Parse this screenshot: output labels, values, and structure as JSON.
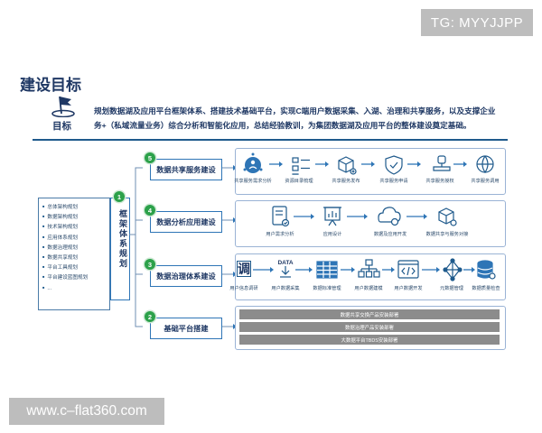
{
  "watermarks": {
    "top": "TG: MYYJJPP",
    "bottom": "www.c–flat360.com"
  },
  "page_title": "建设目标",
  "goal": {
    "label": "目标",
    "text": "规划数据湖及应用平台框架体系、搭建技术基础平台，实现C端用户数据采集、入湖、治理和共享服务，以及支撑企业务+（私域流量业务）综合分析和智能化应用，总结经验教训，为集团数据湖及应用平台的整体建设奠定基础。"
  },
  "left_list": [
    "总体架构规划",
    "数据架构规划",
    "技术架构规划",
    "应用体系规划",
    "数据治理规划",
    "数据共享规划",
    "平台工具规划",
    "平台建设蓝图规划",
    "..."
  ],
  "framework_title": "框架体系规划",
  "framework_number": "1",
  "categories": [
    {
      "num": "5",
      "label": "数据共享服务建设"
    },
    {
      "num": "4",
      "label": "数据分析应用建设"
    },
    {
      "num": "3",
      "label": "数据治理体系建设"
    },
    {
      "num": "2",
      "label": "基础平台搭建"
    }
  ],
  "sharing_steps": [
    {
      "label": "共享服务需求分析",
      "icon": "people-network-icon"
    },
    {
      "label": "资源目录梳理",
      "icon": "catalog-list-icon"
    },
    {
      "label": "共享服务发布",
      "icon": "cube-publish-icon"
    },
    {
      "label": "共享服务申请",
      "icon": "shield-check-icon"
    },
    {
      "label": "共享服务授权",
      "icon": "stamp-icon"
    },
    {
      "label": "共享服务调用",
      "icon": "globe-icon"
    }
  ],
  "analysis_steps": [
    {
      "label": "用户需求分析",
      "icon": "document-check-icon"
    },
    {
      "label": "应用设计",
      "icon": "presentation-chart-icon"
    },
    {
      "label": "数据及应用开发",
      "icon": "cloud-settings-icon"
    },
    {
      "label": "数据共享与服务对接",
      "icon": "cube-share-icon"
    }
  ],
  "governance_steps": [
    {
      "label": "用户信息调研",
      "icon": "survey-glyph-icon"
    },
    {
      "label": "用户数据采集",
      "icon": "data-download-icon"
    },
    {
      "label": "数据标准管理",
      "icon": "grid-table-icon"
    },
    {
      "label": "用户数据建模",
      "icon": "hierarchy-icon"
    },
    {
      "label": "用户数据开发",
      "icon": "code-window-icon"
    },
    {
      "label": "元数据管理",
      "icon": "network-nodes-icon"
    },
    {
      "label": "数据质量检查",
      "icon": "database-check-icon"
    }
  ],
  "governance_first_glyph": "调",
  "data_word": "DATA",
  "platform_bars": [
    "数据共享交换产品安装部署",
    "数据治理产品安装部署",
    "大数据平台TBDS安装部署"
  ],
  "colors": {
    "navy": "#1f3864",
    "accent": "#2e75b6",
    "green": "#2ca14a",
    "bar": "#8c8c8c"
  }
}
